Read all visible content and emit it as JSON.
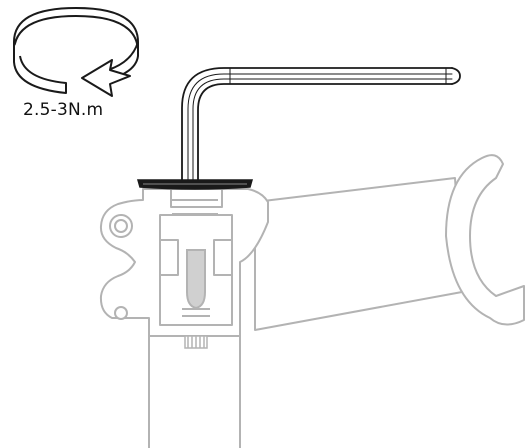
{
  "torque": {
    "label": "2.5-3N.m",
    "direction_icon": "clockwise-rotation-arrow-icon"
  },
  "parts": {
    "tool": "hex-key-wrench",
    "target": "stem-top-cap",
    "assembly": "handlebar-stem-on-steerer-tube"
  },
  "colors": {
    "tool_stroke": "#1a1a1a",
    "cap_fill": "#1a1a1a",
    "stem_stroke": "#b3b3b3",
    "text": "#111111",
    "background": "#ffffff"
  }
}
